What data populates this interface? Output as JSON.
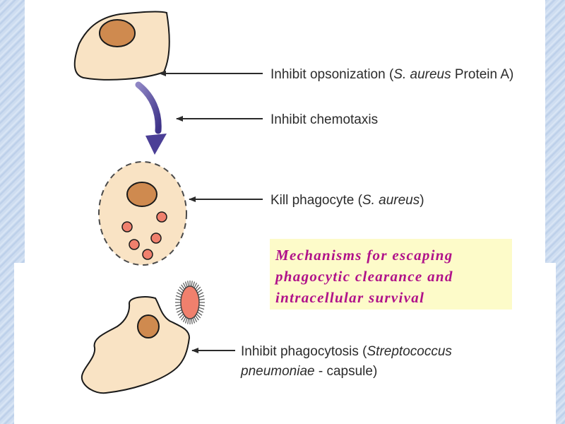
{
  "labels": {
    "opsonization": {
      "prefix": "Inhibit opsonization (",
      "italic": "S. aureus",
      "suffix": " Protein A)"
    },
    "chemotaxis": {
      "text": "Inhibit chemotaxis"
    },
    "kill": {
      "prefix": "Kill phagocyte (",
      "italic": "S. aureus",
      "suffix": ")"
    },
    "phagocytosis": {
      "line1_prefix": "Inhibit phagocytosis (",
      "line1_italic": "Streptococcus",
      "line2_italic": "pneumoniae",
      "line2_suffix": " - capsule)"
    }
  },
  "caption": {
    "lines": [
      "Mechanisms for escaping",
      "phagocytic clearance and",
      "intracellular survival"
    ]
  },
  "colors": {
    "cell_fill": "#f9e3c4",
    "nucleus": "#cf8a4f",
    "arrow": "#4b3f96",
    "bacteria": "#f0806d",
    "caption_text": "#b0128a",
    "caption_bg": "#fdfbc9"
  }
}
